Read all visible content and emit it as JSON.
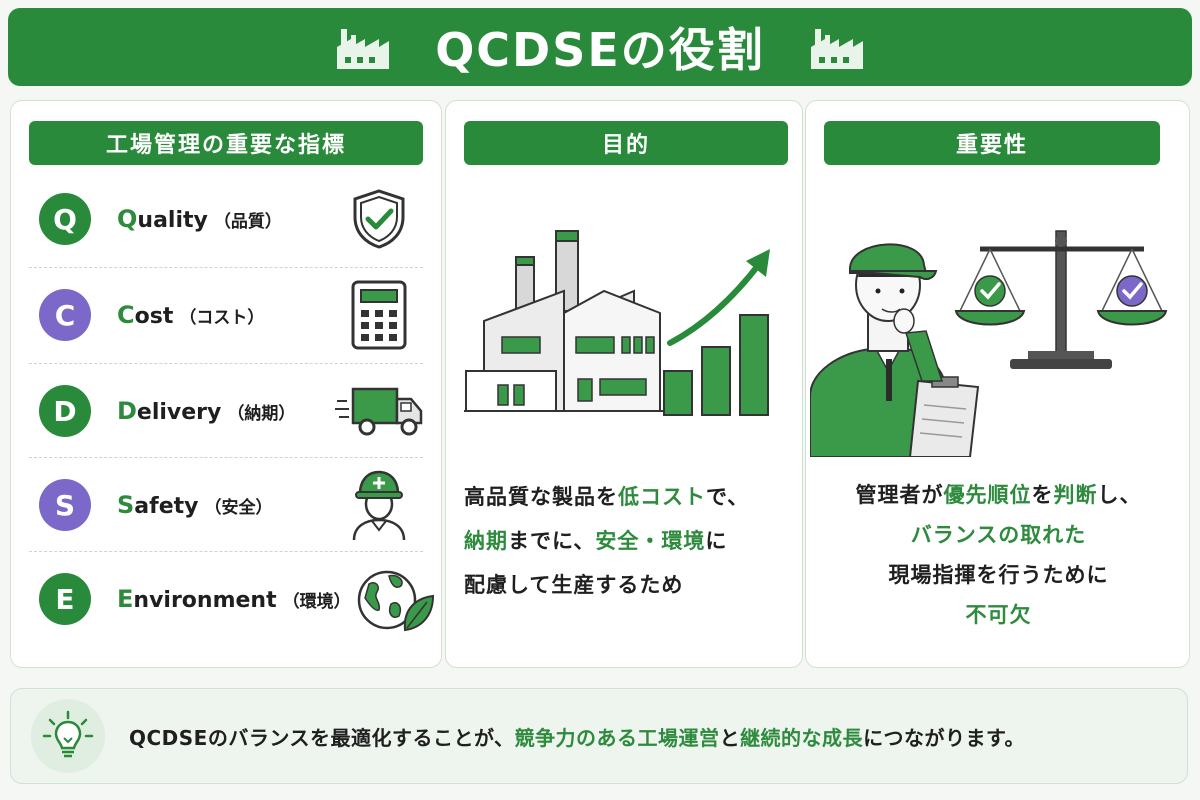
{
  "header": {
    "title": "QCDSEの役割"
  },
  "left_panel": {
    "heading": "工場管理の重要な指標",
    "items": [
      {
        "letter": "Q",
        "first": "Q",
        "rest": "uality",
        "jp": "（品質）",
        "color": "#2a8a3b",
        "icon": "shield-check-icon"
      },
      {
        "letter": "C",
        "first": "C",
        "rest": "ost",
        "jp": "（コスト）",
        "color": "#7b68c8",
        "icon": "calculator-icon"
      },
      {
        "letter": "D",
        "first": "D",
        "rest": "elivery",
        "jp": "（納期）",
        "color": "#2a8a3b",
        "icon": "delivery-truck-icon"
      },
      {
        "letter": "S",
        "first": "S",
        "rest": "afety",
        "jp": "（安全）",
        "color": "#7b68c8",
        "icon": "hardhat-worker-icon"
      },
      {
        "letter": "E",
        "first": "E",
        "rest": "nvironment",
        "jp": "（環境）",
        "color": "#2a8a3b",
        "icon": "globe-leaf-icon"
      }
    ]
  },
  "middle_panel": {
    "heading": "目的",
    "illustration": "factory-growth-illustration",
    "text": {
      "l1_a": "高品質な製品を",
      "l1_b": "低コスト",
      "l1_c": "で、",
      "l2_a": "納期",
      "l2_b": "までに、",
      "l2_c": "安全・環境",
      "l2_d": "に",
      "l3": "配慮して生産するため"
    }
  },
  "right_panel": {
    "heading": "重要性",
    "illustration": "manager-balance-scale-illustration",
    "text": {
      "l1_a": "管理者が",
      "l1_b": "優先順位",
      "l1_c": "を",
      "l1_d": "判断",
      "l1_e": "し、",
      "l2": "バランスの取れた",
      "l3": "現場指揮を行うために",
      "l4": "不可欠"
    }
  },
  "footer": {
    "icon": "lightbulb-icon",
    "a": "QCDSEのバランスを最適化することが、",
    "b": "競争力のある工場運営",
    "c": "と",
    "d": "継続的な成長",
    "e": "につながります。"
  },
  "colors": {
    "green": "#2a8a3b",
    "purple": "#7b68c8",
    "light_green": "#dfeee0"
  }
}
